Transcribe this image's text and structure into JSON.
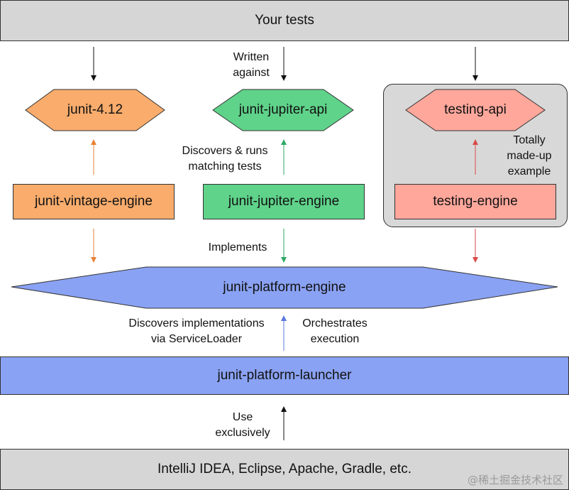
{
  "top_bar": {
    "label": "Your tests"
  },
  "bottom_bar": {
    "label": "IntelliJ IDEA, Eclipse, Apache, Gradle, etc."
  },
  "apis": {
    "junit4": "junit-4.12",
    "jupiter_api": "junit-jupiter-api",
    "testing_api": "testing-api"
  },
  "engines": {
    "vintage": "junit-vintage-engine",
    "jupiter": "junit-jupiter-engine",
    "testing": "testing-engine"
  },
  "platform": {
    "engine": "junit-platform-engine",
    "launcher": "junit-platform-launcher"
  },
  "annotations": {
    "written_against_1": "Written",
    "written_against_2": "against",
    "discovers_runs_1": "Discovers & runs",
    "discovers_runs_2": "matching tests",
    "made_up_1": "Totally",
    "made_up_2": "made-up",
    "made_up_3": "example",
    "implements": "Implements",
    "discovers_impl_1": "Discovers implementations",
    "discovers_impl_2": "via ServiceLoader",
    "orchestrates_1": "Orchestrates",
    "orchestrates_2": "execution",
    "use_1": "Use",
    "use_2": "exclusively"
  },
  "colors": {
    "orange": "#f9ac6c",
    "green": "#5fd38a",
    "red": "#ffa79b",
    "blue": "#8aa2f3",
    "gray": "#d6d6d6",
    "arrow_orange": "#e8823a",
    "arrow_green": "#2ea866",
    "arrow_red": "#d94b48",
    "arrow_blue": "#5b78e0"
  },
  "watermark": "@稀土掘金技术社区"
}
